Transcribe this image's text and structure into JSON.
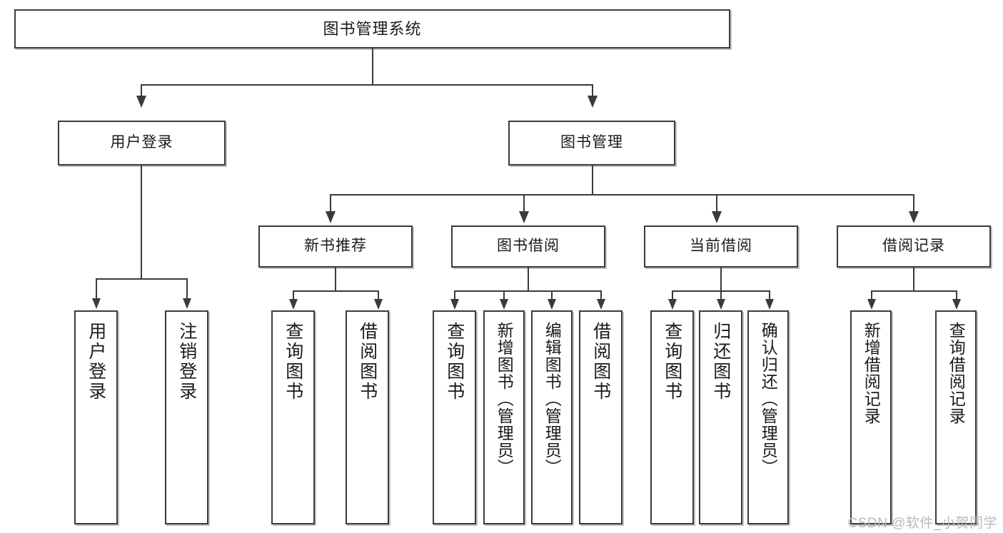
{
  "diagram": {
    "type": "tree-hierarchy",
    "title": "图书管理系统",
    "watermark": "CSDN @软件_小贺同学",
    "root": {
      "label": "图书管理系统"
    },
    "level1": [
      {
        "label": "用户登录"
      },
      {
        "label": "图书管理"
      }
    ],
    "level2": [
      {
        "label": "新书推荐"
      },
      {
        "label": "图书借阅"
      },
      {
        "label": "当前借阅"
      },
      {
        "label": "借阅记录"
      }
    ],
    "leaves": {
      "user_login": [
        {
          "label": "用户登录"
        },
        {
          "label": "注销登录"
        }
      ],
      "new_book_recommend": [
        {
          "label": "查询图书"
        },
        {
          "label": "借阅图书"
        }
      ],
      "book_borrow": [
        {
          "label": "查询图书"
        },
        {
          "label": "新增图书（管理员）"
        },
        {
          "label": "编辑图书（管理员）"
        },
        {
          "label": "借阅图书"
        }
      ],
      "current_borrow": [
        {
          "label": "查询图书"
        },
        {
          "label": "归还图书"
        },
        {
          "label": "确认归还（管理员）"
        }
      ],
      "borrow_record": [
        {
          "label": "新增借阅记录"
        },
        {
          "label": "查询借阅记录"
        }
      ]
    },
    "colors": {
      "stroke": "#3b3b3b",
      "text": "#1a1a1a",
      "background": "#ffffff",
      "watermark": "#b9b9b9"
    }
  }
}
